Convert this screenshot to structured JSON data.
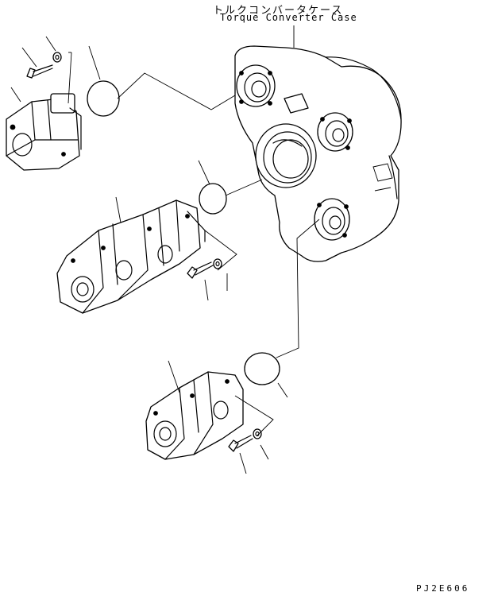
{
  "title": {
    "japanese": "トルクコンバータケース",
    "english": "Torque Converter Case"
  },
  "drawing_code": "PJ2E606",
  "colors": {
    "line": "#000000",
    "background": "#ffffff"
  }
}
